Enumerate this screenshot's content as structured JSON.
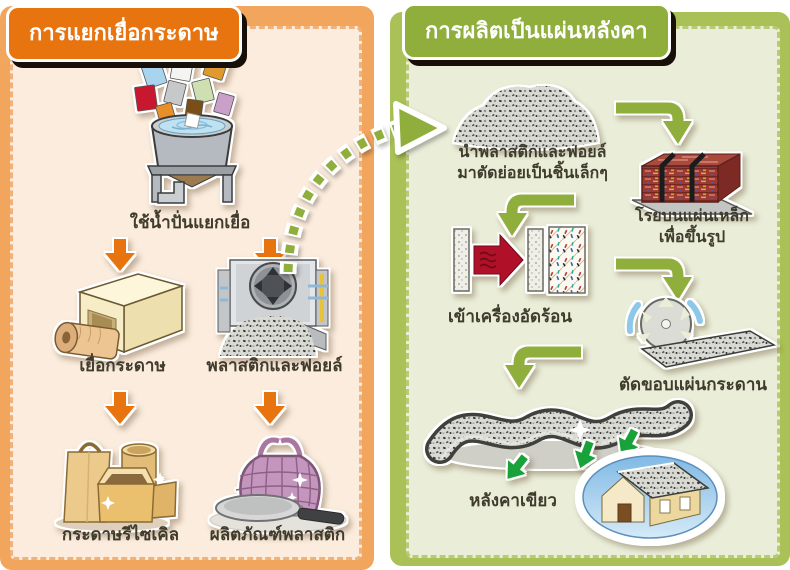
{
  "theme": {
    "orange": "#e8740f",
    "orange-band": "#f2a55c",
    "peach-bg": "#fbecdd",
    "peach-dash": "#f0b17a",
    "green": "#8fae3c",
    "green-band": "#a9c156",
    "green-bg": "#eaeed9",
    "green-dash": "#b9ca76",
    "dark-green": "#1aa23a",
    "press-red": "#b01128",
    "text": "#3f3b2d"
  },
  "left_panel": {
    "title": "การแยกเยื่อกระดาษ",
    "steps": {
      "pulping": {
        "label": "ใช้น้ำปั่นแยกเยื่อ"
      },
      "pulp": {
        "label": "เยื่อกระดาษ"
      },
      "plastic_foil": {
        "label": "พลาสติกและฟอยล์"
      },
      "recycled_paper": {
        "label": "กระดาษรีไซเคิล"
      },
      "plastic_products": {
        "label": "ผลิตภัณฑ์พลาสติก"
      }
    }
  },
  "right_panel": {
    "title": "การผลิตเป็นแผ่นหลังคา",
    "steps": {
      "shred": {
        "line1": "นำพลาสติกและฟอยล์",
        "line2": "มาตัดย่อยเป็นชิ้นเล็กๆ"
      },
      "spread": {
        "line1": "โรยบนแผ่นเหล็ก",
        "line2": "เพื่อขึ้นรูป"
      },
      "hot_press": {
        "label": "เข้าเครื่องอัดร้อน"
      },
      "trim": {
        "label": "ตัดขอบแผ่นกระดาน"
      },
      "green_roof": {
        "label": "หลังคาเขียว"
      }
    }
  }
}
